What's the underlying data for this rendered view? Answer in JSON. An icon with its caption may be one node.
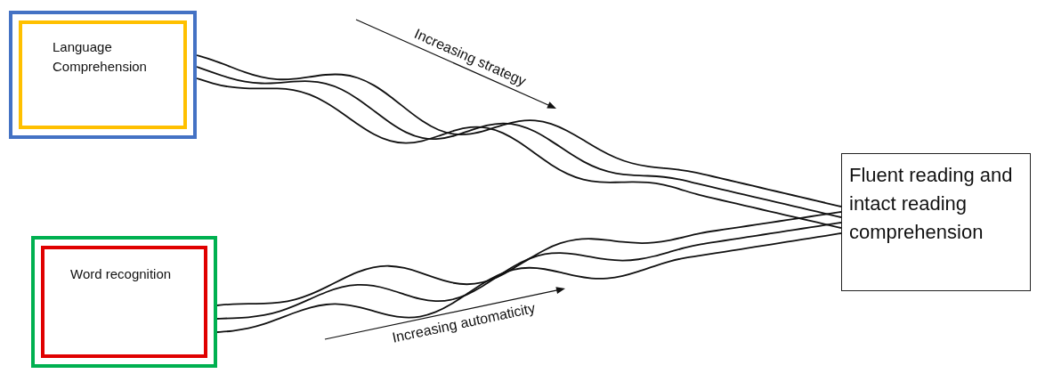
{
  "diagram": {
    "nodes": [
      {
        "text": [
          "Language Comprehension"
        ]
      },
      {
        "text": [
          "Word recognition"
        ]
      },
      {
        "text": [
          "Fluent reading and intact reading comprehension"
        ]
      }
    ],
    "edges": [
      {
        "from": 0,
        "to": 2,
        "arrow": "none"
      },
      {
        "from": 0,
        "to": 2,
        "arrow": "none"
      },
      {
        "from": 0,
        "to": 2,
        "arrow": "none"
      },
      {
        "from": 1,
        "to": 2,
        "arrow": "none"
      },
      {
        "from": 1,
        "to": 2,
        "arrow": "none"
      },
      {
        "from": 1,
        "to": 2,
        "arrow": "none"
      }
    ],
    "labels": [
      "Increasing strategy",
      "Increasing automaticity"
    ]
  }
}
